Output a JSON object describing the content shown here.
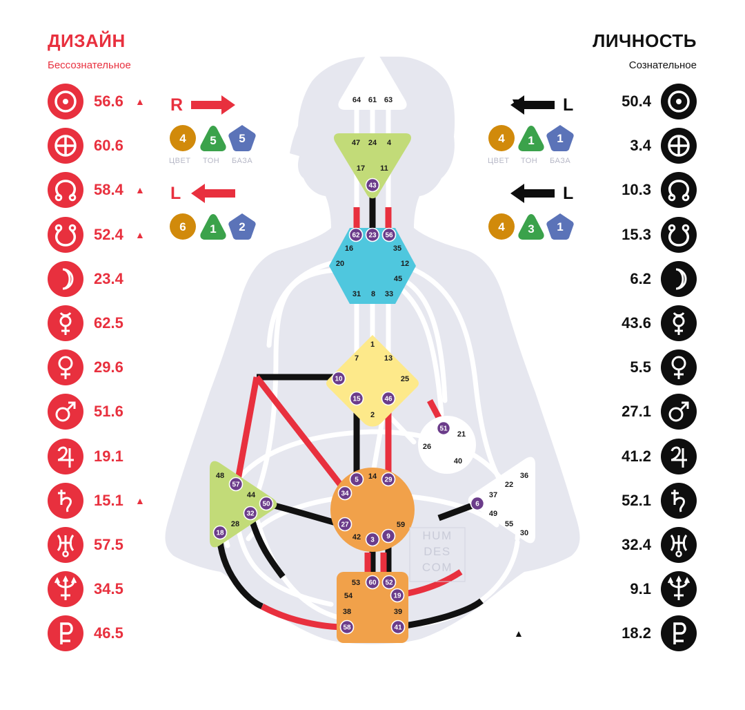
{
  "design": {
    "title": "ДИЗАЙН",
    "subtitle": "Бессознательное",
    "color": "#e8303e",
    "planets": [
      {
        "icon": "sun-icon",
        "value": "56.6",
        "mark": "▲"
      },
      {
        "icon": "earth-icon",
        "value": "60.6",
        "mark": ""
      },
      {
        "icon": "north-node-icon",
        "value": "58.4",
        "mark": "▲"
      },
      {
        "icon": "south-node-icon",
        "value": "52.4",
        "mark": "▲"
      },
      {
        "icon": "moon-icon",
        "value": "23.4",
        "mark": ""
      },
      {
        "icon": "mercury-icon",
        "value": "62.5",
        "mark": ""
      },
      {
        "icon": "venus-icon",
        "value": "29.6",
        "mark": ""
      },
      {
        "icon": "mars-icon",
        "value": "51.6",
        "mark": ""
      },
      {
        "icon": "jupiter-icon",
        "value": "19.1",
        "mark": ""
      },
      {
        "icon": "saturn-icon",
        "value": "15.1",
        "mark": "▲"
      },
      {
        "icon": "uranus-icon",
        "value": "57.5",
        "mark": ""
      },
      {
        "icon": "neptune-icon",
        "value": "34.5",
        "mark": ""
      },
      {
        "icon": "pluto-icon",
        "value": "46.5",
        "mark": ""
      }
    ],
    "arrow_top": {
      "label": "R",
      "direction": "right",
      "color": "#e8303e",
      "badges": [
        {
          "value": "4",
          "shape": "circle",
          "color": "#d18a0b"
        },
        {
          "value": "5",
          "shape": "triangle",
          "color": "#3ba24b"
        },
        {
          "value": "5",
          "shape": "pentagon",
          "color": "#5b73b8"
        }
      ]
    },
    "arrow_bottom": {
      "label": "L",
      "direction": "left",
      "color": "#e8303e",
      "badges": [
        {
          "value": "6",
          "shape": "circle",
          "color": "#d18a0b"
        },
        {
          "value": "1",
          "shape": "triangle",
          "color": "#3ba24b"
        },
        {
          "value": "2",
          "shape": "pentagon",
          "color": "#5b73b8"
        }
      ]
    },
    "captions": [
      "ЦВЕТ",
      "ТОН",
      "БАЗА"
    ]
  },
  "personality": {
    "title": "ЛИЧНОСТЬ",
    "subtitle": "Сознательное",
    "color": "#0e0e0e",
    "planets": [
      {
        "icon": "sun-icon",
        "value": "50.4",
        "mark": "▼"
      },
      {
        "icon": "earth-icon",
        "value": "3.4",
        "mark": ""
      },
      {
        "icon": "north-node-icon",
        "value": "10.3",
        "mark": ""
      },
      {
        "icon": "south-node-icon",
        "value": "15.3",
        "mark": ""
      },
      {
        "icon": "moon-icon",
        "value": "6.2",
        "mark": ""
      },
      {
        "icon": "mercury-icon",
        "value": "43.6",
        "mark": ""
      },
      {
        "icon": "venus-icon",
        "value": "5.5",
        "mark": "▲"
      },
      {
        "icon": "mars-icon",
        "value": "27.1",
        "mark": "▲"
      },
      {
        "icon": "jupiter-icon",
        "value": "41.2",
        "mark": ""
      },
      {
        "icon": "saturn-icon",
        "value": "52.1",
        "mark": ""
      },
      {
        "icon": "uranus-icon",
        "value": "32.4",
        "mark": ""
      },
      {
        "icon": "neptune-icon",
        "value": "9.1",
        "mark": ""
      },
      {
        "icon": "pluto-icon",
        "value": "18.2",
        "mark": "▲"
      }
    ],
    "arrow_top": {
      "label": "L",
      "direction": "left",
      "color": "#0e0e0e",
      "badges": [
        {
          "value": "4",
          "shape": "circle",
          "color": "#d18a0b"
        },
        {
          "value": "1",
          "shape": "triangle",
          "color": "#3ba24b"
        },
        {
          "value": "1",
          "shape": "pentagon",
          "color": "#5b73b8"
        }
      ]
    },
    "arrow_bottom": {
      "label": "L",
      "direction": "left",
      "color": "#0e0e0e",
      "badges": [
        {
          "value": "4",
          "shape": "circle",
          "color": "#d18a0b"
        },
        {
          "value": "3",
          "shape": "triangle",
          "color": "#3ba24b"
        },
        {
          "value": "1",
          "shape": "pentagon",
          "color": "#5b73b8"
        }
      ]
    },
    "captions": [
      "ЦВЕТ",
      "ТОН",
      "БАЗА"
    ]
  },
  "bodygraph": {
    "colors": {
      "silhouette": "#e6e7ef",
      "design": "#e8303e",
      "personality": "#111111",
      "gate_badge": "#6b3c8a",
      "head": "#ffffff",
      "ajna": "#c2db78",
      "throat": "#4fc7de",
      "g": "#fde98a",
      "sacral": "#f1a14a",
      "root": "#f1a14a",
      "spleen": "#c2db78",
      "solar_plexus": "#ffffff",
      "ego": "#ffffff"
    },
    "watermark": [
      "HUM",
      "DES",
      "COM"
    ],
    "centers": {
      "head": {
        "name": "head",
        "gates": [
          "64",
          "61",
          "63"
        ],
        "active": []
      },
      "ajna": {
        "name": "ajna",
        "gates": [
          "47",
          "24",
          "4",
          "17",
          "11",
          "43"
        ],
        "active": [
          "43"
        ]
      },
      "throat": {
        "name": "throat",
        "gates": [
          "62",
          "23",
          "56",
          "16",
          "35",
          "20",
          "12",
          "45",
          "31",
          "8",
          "33"
        ],
        "active": [
          "62",
          "23",
          "56"
        ]
      },
      "g": {
        "name": "g",
        "gates": [
          "1",
          "7",
          "13",
          "10",
          "25",
          "15",
          "46",
          "2"
        ],
        "active": [
          "10",
          "15",
          "46"
        ]
      },
      "ego": {
        "name": "ego",
        "gates": [
          "51",
          "21",
          "26",
          "40"
        ],
        "active": [
          "51"
        ]
      },
      "spleen": {
        "name": "spleen",
        "gates": [
          "48",
          "57",
          "44",
          "50",
          "32",
          "28",
          "18"
        ],
        "active": [
          "57",
          "50",
          "32",
          "18"
        ]
      },
      "sacral": {
        "name": "sacral",
        "gates": [
          "5",
          "14",
          "29",
          "34",
          "27",
          "59",
          "42",
          "3",
          "9"
        ],
        "active": [
          "5",
          "29",
          "34",
          "27",
          "3",
          "9"
        ]
      },
      "solar_plexus": {
        "name": "solar-plexus",
        "gates": [
          "36",
          "22",
          "37",
          "6",
          "49",
          "55",
          "30"
        ],
        "active": [
          "6"
        ]
      },
      "root": {
        "name": "root",
        "gates": [
          "53",
          "60",
          "52",
          "54",
          "19",
          "38",
          "39",
          "58",
          "41"
        ],
        "active": [
          "60",
          "52",
          "19",
          "58",
          "41"
        ]
      }
    }
  }
}
